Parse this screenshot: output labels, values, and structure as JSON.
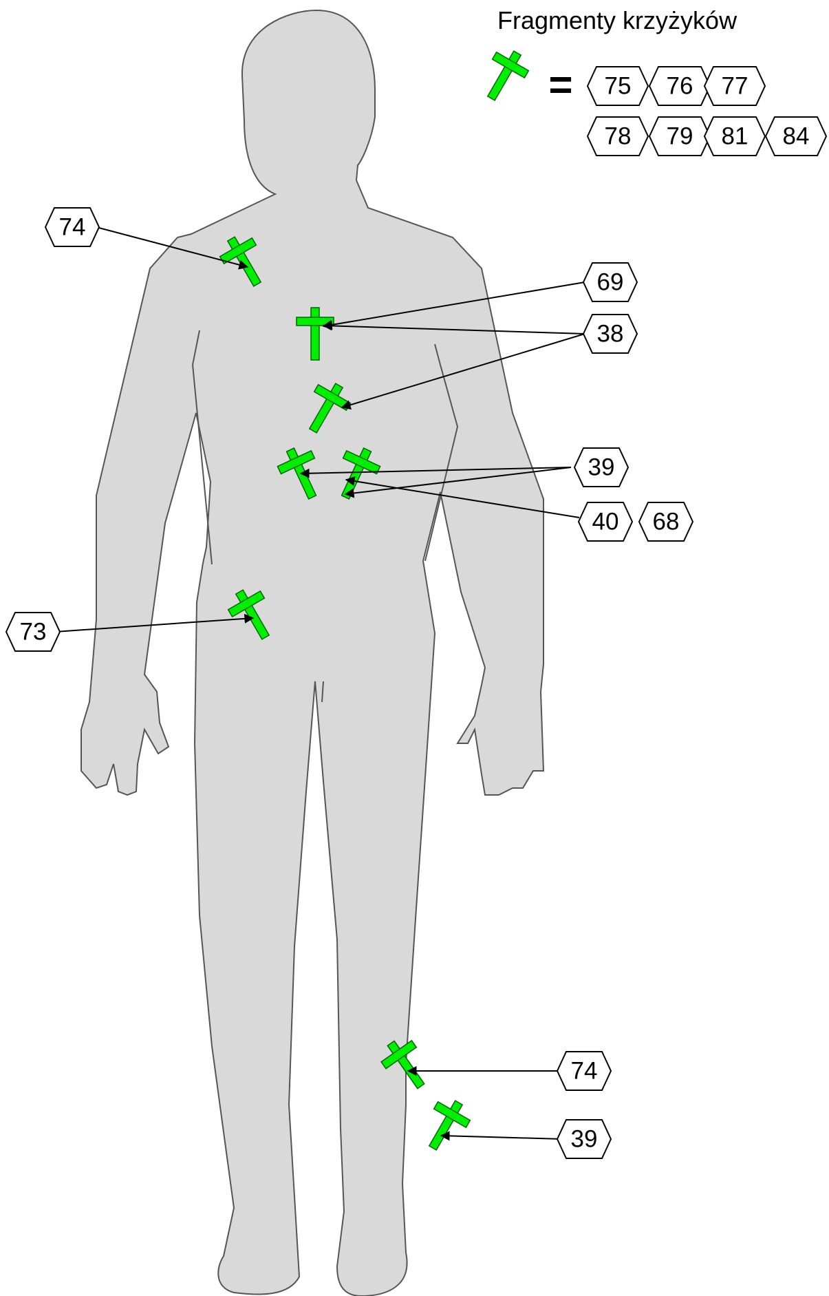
{
  "title": "Fragmenty krzyżyków",
  "colors": {
    "body_fill": "#d9d9d9",
    "body_stroke": "#555555",
    "cross_fill": "#00ee00",
    "cross_stroke": "#006600",
    "line_color": "#000000"
  },
  "legend": {
    "equals_sign": "=",
    "labels": [
      "75",
      "76",
      "77",
      "78",
      "79",
      "81",
      "84"
    ]
  },
  "callouts": [
    {
      "id": "74",
      "target": "left-shoulder-cross"
    },
    {
      "id": "69",
      "target": "upper-chest-cross"
    },
    {
      "id": "38",
      "target": "upper-chest-cross"
    },
    {
      "id": "39",
      "target": "left-belly-cross"
    },
    {
      "id": "40",
      "target": "right-belly-cross"
    },
    {
      "id": "68",
      "target": "right-belly-cross"
    },
    {
      "id": "73",
      "target": "hip-cross"
    },
    {
      "id": "74",
      "target": "shin-cross"
    },
    {
      "id": "39",
      "target": "ankle-cross"
    }
  ]
}
